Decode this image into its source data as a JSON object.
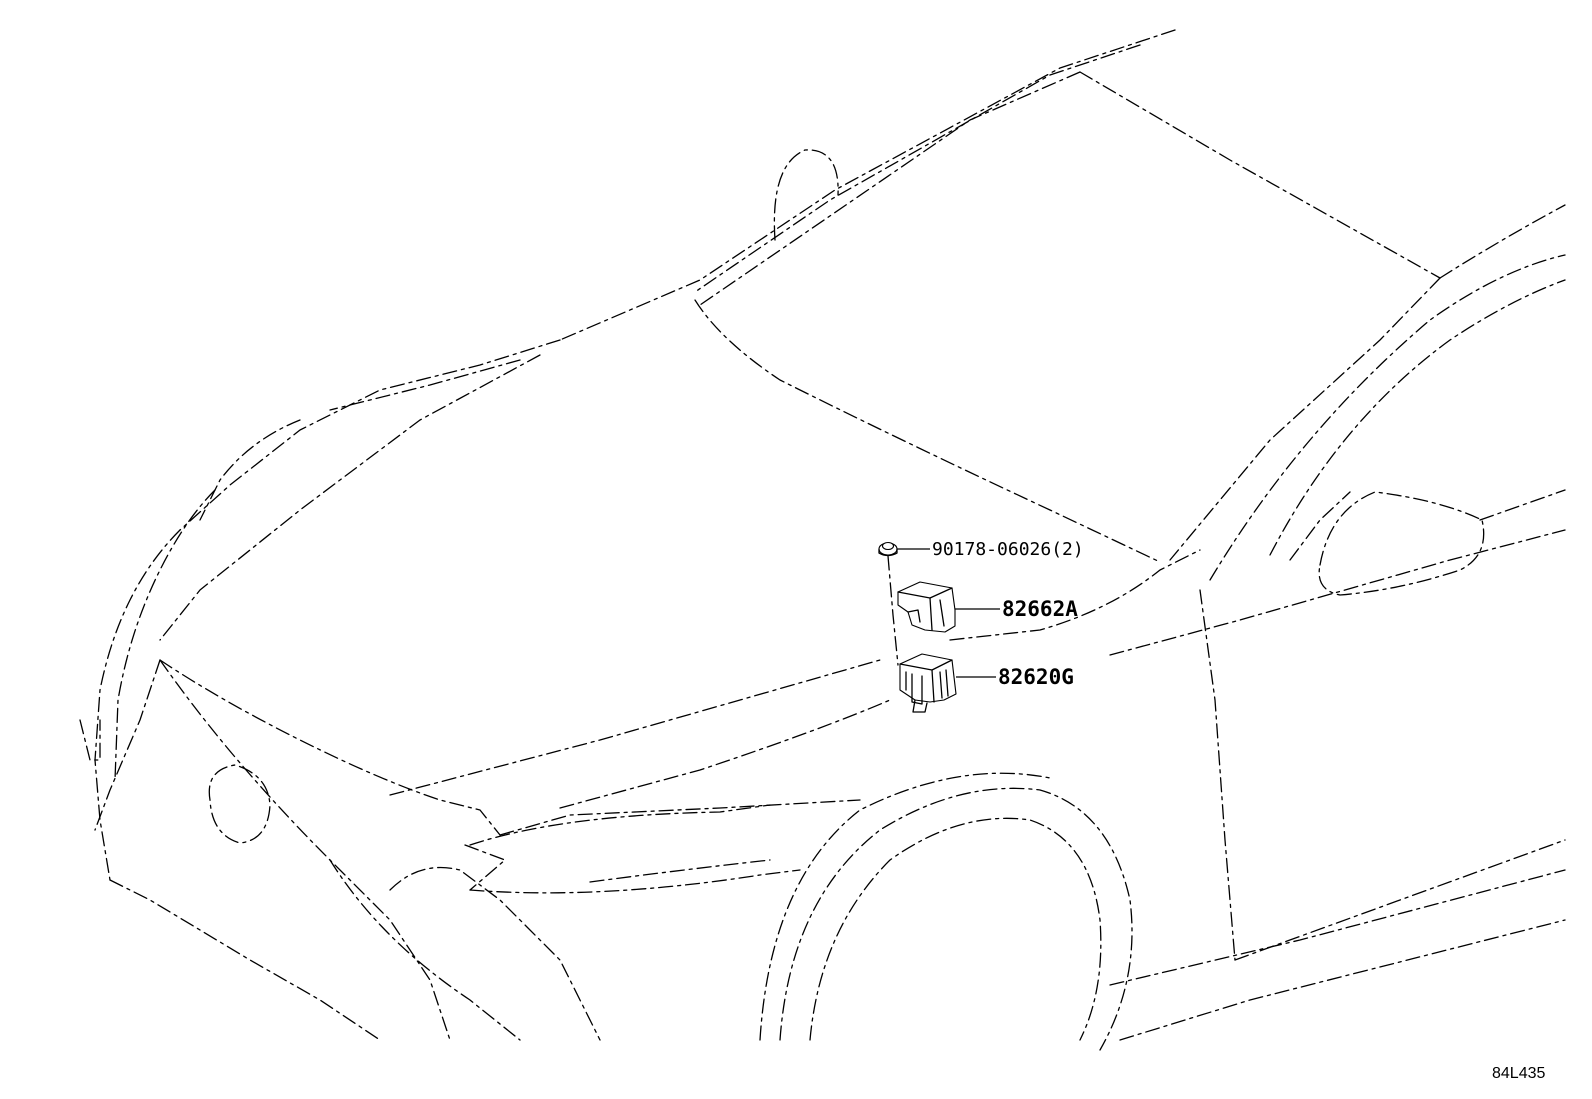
{
  "diagram": {
    "callouts": [
      {
        "id": "bolt",
        "label": "90178-06026(2)"
      },
      {
        "id": "bracket",
        "label": "82662A"
      },
      {
        "id": "relay-block",
        "label": "82620G"
      }
    ],
    "drawing_code": "84L435"
  }
}
